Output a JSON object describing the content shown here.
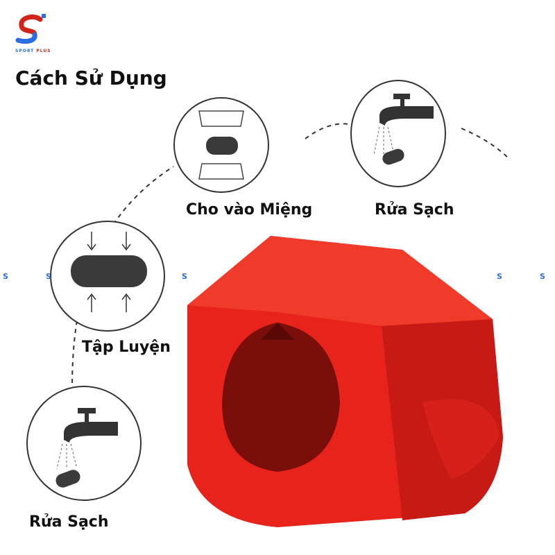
{
  "brand": {
    "name_part1": "SPORT",
    "name_part2": "PLUS",
    "logo_letter": "S"
  },
  "title": "Cách Sử Dụng",
  "steps": [
    {
      "label": "Cho vào Miệng",
      "icon": "teeth-icon"
    },
    {
      "label": "Rửa Sạch",
      "icon": "faucet-icon"
    },
    {
      "label": "Tập Luyện",
      "icon": "press-icon"
    },
    {
      "label": "Rửa Sạch",
      "icon": "faucet-icon"
    }
  ],
  "colors": {
    "product": "#e8231c",
    "brand_red": "#d0261a",
    "brand_blue": "#2a6de0"
  }
}
